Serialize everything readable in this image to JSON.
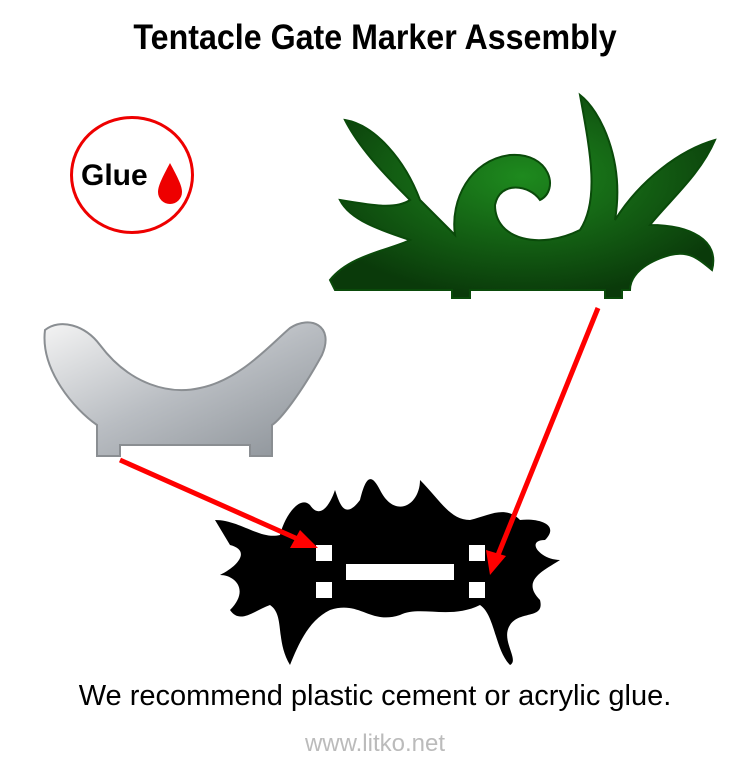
{
  "title": "Tentacle Gate Marker Assembly",
  "glue_label": "Glue",
  "note": "We recommend plastic cement or acrylic glue.",
  "url": "www.litko.net",
  "colors": {
    "arrow": "#ff0000",
    "tentacle": "#1a6b1a",
    "base": "#b0b4b8"
  }
}
